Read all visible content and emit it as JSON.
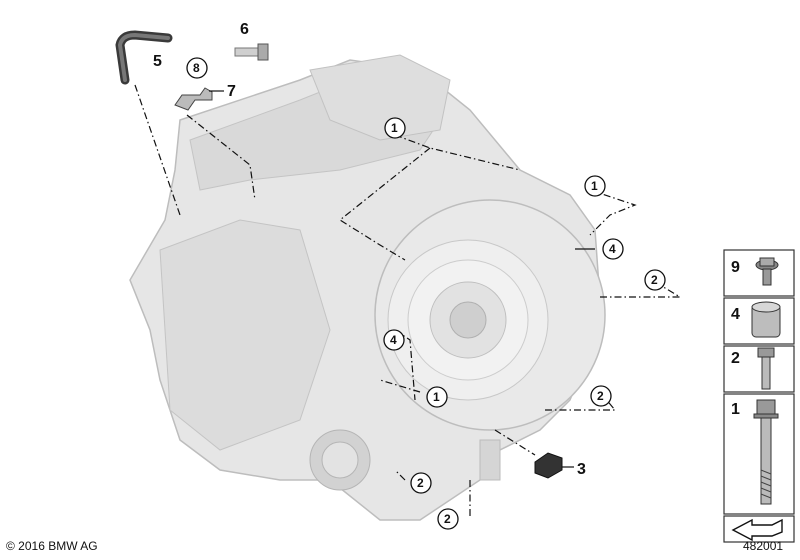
{
  "callouts": {
    "c1": "1",
    "c2": "2",
    "c3": "3",
    "c4": "4",
    "c5": "5",
    "c6": "6",
    "c7": "7",
    "c8": "8",
    "c9": "9"
  },
  "side_panel": [
    {
      "number": "9",
      "icon": "flange-bolt-icon"
    },
    {
      "number": "4",
      "icon": "dowel-sleeve-icon"
    },
    {
      "number": "2",
      "icon": "hex-bolt-icon"
    },
    {
      "number": "1",
      "icon": "long-bolt-icon"
    },
    {
      "number": "",
      "icon": "arrow-icon"
    }
  ],
  "footer": {
    "copyright": "© 2016 BMW AG",
    "diagram_id": "482001"
  },
  "colors": {
    "housing_fill": "#e6e6e6",
    "housing_shade": "#cfcfcf",
    "line": "#111111",
    "panel_bg": "#ffffff"
  }
}
